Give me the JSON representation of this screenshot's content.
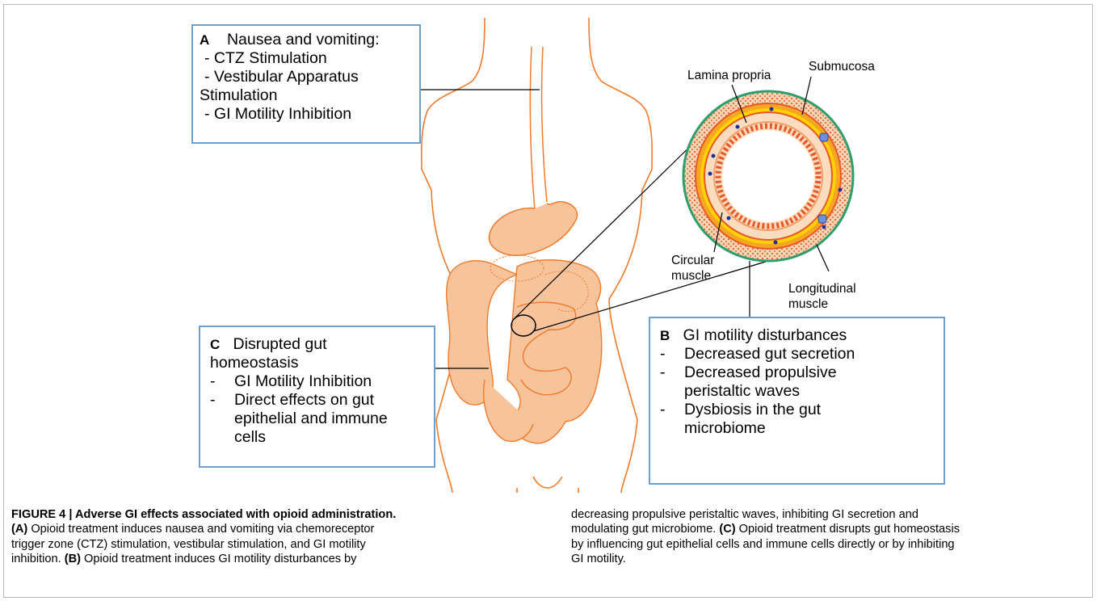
{
  "figure": {
    "body_color": "#f07a2b",
    "organ_fill": "#f6c39b",
    "box_border_color": "#6f9fcf",
    "box_a": {
      "letter": "A",
      "title": "Nausea and vomiting:",
      "items": [
        "- CTZ Stimulation",
        "- Vestibular Apparatus",
        "Stimulation",
        "- GI Motility Inhibition"
      ]
    },
    "box_b": {
      "letter": "B",
      "title": "GI motility disturbances",
      "items": [
        {
          "dash": "-",
          "text": "Decreased gut secretion"
        },
        {
          "dash": "-",
          "text": "Decreased propulsive"
        },
        {
          "dash": "",
          "text": "peristaltic waves"
        },
        {
          "dash": "-",
          "text": "Dysbiosis in the gut"
        },
        {
          "dash": "",
          "text": "microbiome"
        }
      ]
    },
    "box_c": {
      "letter": "C",
      "title_line1": "Disrupted gut",
      "title_line2": "homeostasis",
      "items": [
        {
          "dash": "-",
          "text": "GI Motility Inhibition"
        },
        {
          "dash": "-",
          "text": "Direct effects on gut"
        },
        {
          "dash": "",
          "text": "epithelial and immune"
        },
        {
          "dash": "",
          "text": "cells"
        }
      ]
    },
    "labels": {
      "lamina_propria": "Lamina propria",
      "submucosa": "Submucosa",
      "circular_muscle_1": "Circular",
      "circular_muscle_2": "muscle",
      "longitudinal_muscle_1": "Longitudinal",
      "longitudinal_muscle_2": "muscle"
    }
  },
  "caption": {
    "label": "FIGURE 4 | Adverse GI effects associated with opioid administration.",
    "col1": [
      {
        "bold": "(A)",
        "text": " Opioid treatment induces nausea and vomiting via chemoreceptor"
      },
      {
        "bold": "",
        "text": "trigger zone (CTZ) stimulation, vestibular stimulation, and GI motility"
      },
      {
        "bold": "",
        "text": "inhibition. "
      },
      {
        "bold": "",
        "text": ""
      }
    ],
    "b_bold": "(B)",
    "b_text": " Opioid treatment induces GI motility disturbances by",
    "col2_lines": [
      "decreasing propulsive peristaltic waves, inhibiting GI secretion and",
      "modulating gut microbiome. ",
      "by influencing gut epithelial cells and immune cells directly or by inhibiting",
      "GI motility."
    ],
    "c_bold": "(C)",
    "c_text": " Opioid treatment disrupts gut homeostasis"
  }
}
